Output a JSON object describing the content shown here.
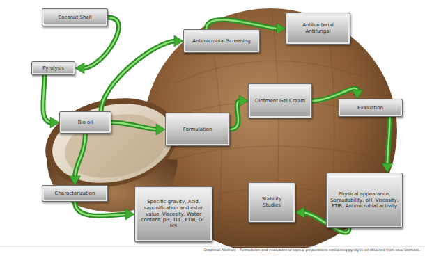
{
  "diagram": {
    "caption": "Graphical Abstract - Formulation and evaluation of topical preparations containing pyrolytic oil obtained from local biomass.",
    "nodes": [
      {
        "text": [
          "Coconut Shell"
        ]
      },
      {
        "text": [
          "Pyrolysis"
        ]
      },
      {
        "text": [
          "Bio oil"
        ]
      },
      {
        "text": [
          "Characterization"
        ]
      },
      {
        "text": [
          "Specific gravity, Acid, saponification and ester value, Viscosity, Water content, pH, TLC, FTIR, GC MS"
        ]
      },
      {
        "text": [
          "Formulation"
        ]
      },
      {
        "text": [
          "Antimicrobial Screening"
        ]
      },
      {
        "text": [
          "Antibacterial Antifungal"
        ]
      },
      {
        "text": [
          "Ointment Gel Cream"
        ]
      },
      {
        "text": [
          "Evaluation"
        ]
      },
      {
        "text": [
          "Physical appearance, Spreadability, pH, Viscosity, FTIR, Antimicrobial activity"
        ]
      },
      {
        "text": [
          "Stability Studies"
        ]
      }
    ],
    "edges": [
      {
        "from": 0,
        "to": 1,
        "arrow": "to"
      },
      {
        "from": 1,
        "to": 2,
        "arrow": "to"
      },
      {
        "from": 2,
        "to": 3,
        "arrow": "to"
      },
      {
        "from": 3,
        "to": 4,
        "arrow": "to"
      },
      {
        "from": 2,
        "to": 5,
        "arrow": "to"
      },
      {
        "from": 2,
        "to": 6,
        "arrow": "to"
      },
      {
        "from": 6,
        "to": 7,
        "arrow": "to"
      },
      {
        "from": 5,
        "to": 8,
        "arrow": "to"
      },
      {
        "from": 8,
        "to": 9,
        "arrow": "to"
      },
      {
        "from": 9,
        "to": 10,
        "arrow": "to"
      },
      {
        "from": 10,
        "to": 11,
        "arrow": "to"
      }
    ]
  }
}
